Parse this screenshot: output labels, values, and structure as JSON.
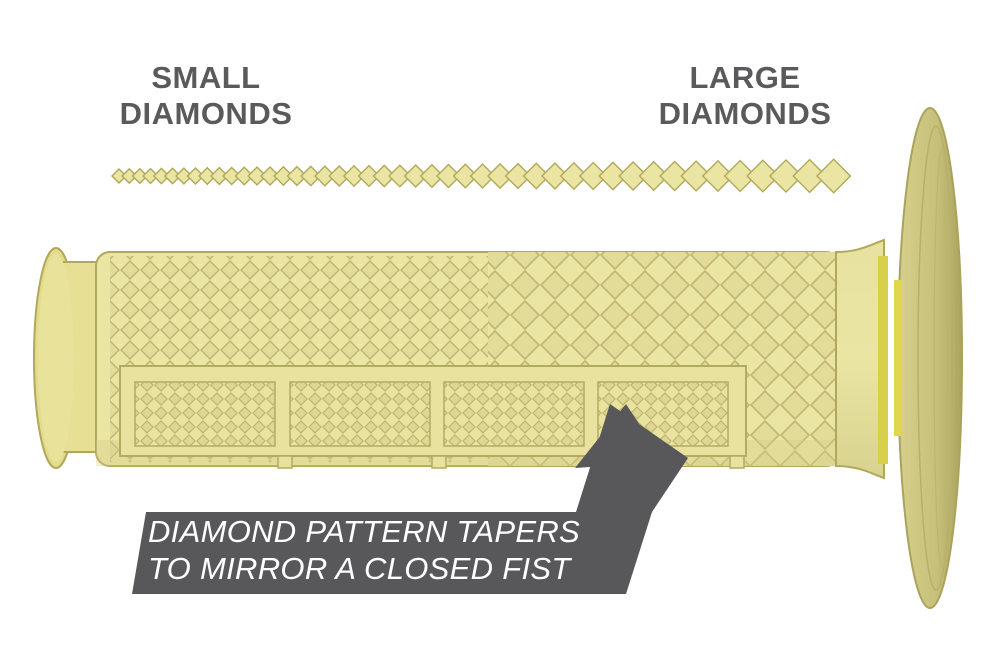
{
  "labels": {
    "small": [
      "SMALL",
      "DIAMONDS"
    ],
    "large": [
      "LARGE",
      "DIAMONDS"
    ]
  },
  "callout": {
    "lines": [
      "DIAMOND PATTERN TAPERS",
      "TO MIRROR A CLOSED FIST"
    ]
  },
  "colors": {
    "grip_fill": "#ebe5a4",
    "grip_shadow": "#c9c07a",
    "grip_outline": "#b0a85a",
    "flange_fill": "#cfc985",
    "flange_dark": "#a9a35c",
    "accent_yellow": "#e0d84a",
    "callout_bg": "#58585a",
    "label_text": "#5a5a5c"
  }
}
